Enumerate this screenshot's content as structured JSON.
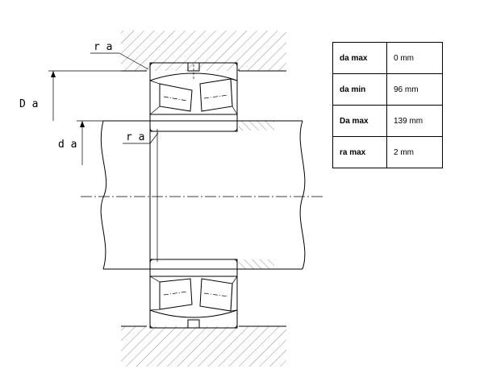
{
  "labels": {
    "ra_top": "r a",
    "ra_inner": "r a",
    "Da": "D a",
    "da": "d a"
  },
  "table": {
    "rows": [
      {
        "name": "da max",
        "value": "0 mm"
      },
      {
        "name": "da min",
        "value": "96 mm"
      },
      {
        "name": "Da max",
        "value": "139 mm"
      },
      {
        "name": "ra max",
        "value": "2 mm"
      }
    ]
  },
  "icons": {
    "lock": "lubrication-hole-icon"
  }
}
